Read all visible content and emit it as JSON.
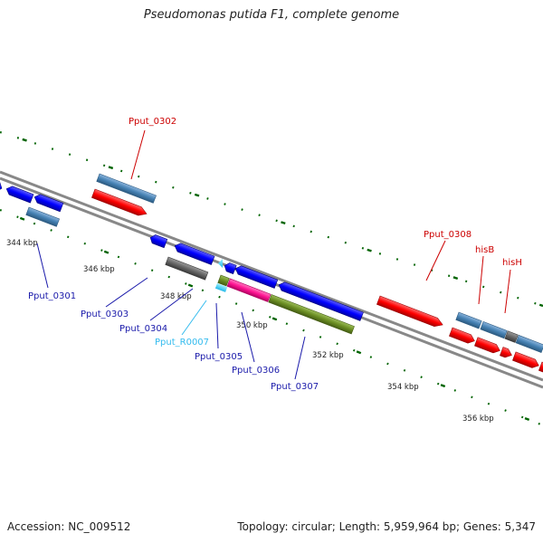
{
  "title": "Pseudomonas putida F1, complete genome",
  "accession_label": "Accession: NC_009512",
  "stats_label": "Topology: circular; Length: 5,959,964 bp; Genes: 5,347",
  "scale_labels": [
    "344 kbp",
    "346 kbp",
    "348 kbp",
    "350 kbp",
    "352 kbp",
    "354 kbp",
    "356 kbp"
  ],
  "gene_labels": [
    {
      "text": "Pput_0302",
      "kind": "plus"
    },
    {
      "text": "Pput_0308",
      "kind": "plus"
    },
    {
      "text": "hisB",
      "kind": "plus"
    },
    {
      "text": "hisH",
      "kind": "plus"
    },
    {
      "text": "Pput_0301",
      "kind": "minus"
    },
    {
      "text": "Pput_0303",
      "kind": "minus"
    },
    {
      "text": "Pput_0304",
      "kind": "minus"
    },
    {
      "text": "Pput_R0007",
      "kind": "rna"
    },
    {
      "text": "Pput_0305",
      "kind": "minus"
    },
    {
      "text": "Pput_0306",
      "kind": "minus"
    },
    {
      "text": "Pput_0307",
      "kind": "minus"
    }
  ],
  "colors": {
    "plus_strand_cds": "#ff0000",
    "minus_strand_cds": "#0000ff",
    "plus_label": "#cc0000",
    "minus_label": "#1a1aaa",
    "rna_label": "#33bbee",
    "rna": "#33ccff",
    "cog_blue": "#4682b4",
    "cog_gray": "#666666",
    "cog_magenta": "#ff1493",
    "cog_olive": "#6b8e23",
    "backbone": "#888888",
    "tick": "#006400"
  }
}
